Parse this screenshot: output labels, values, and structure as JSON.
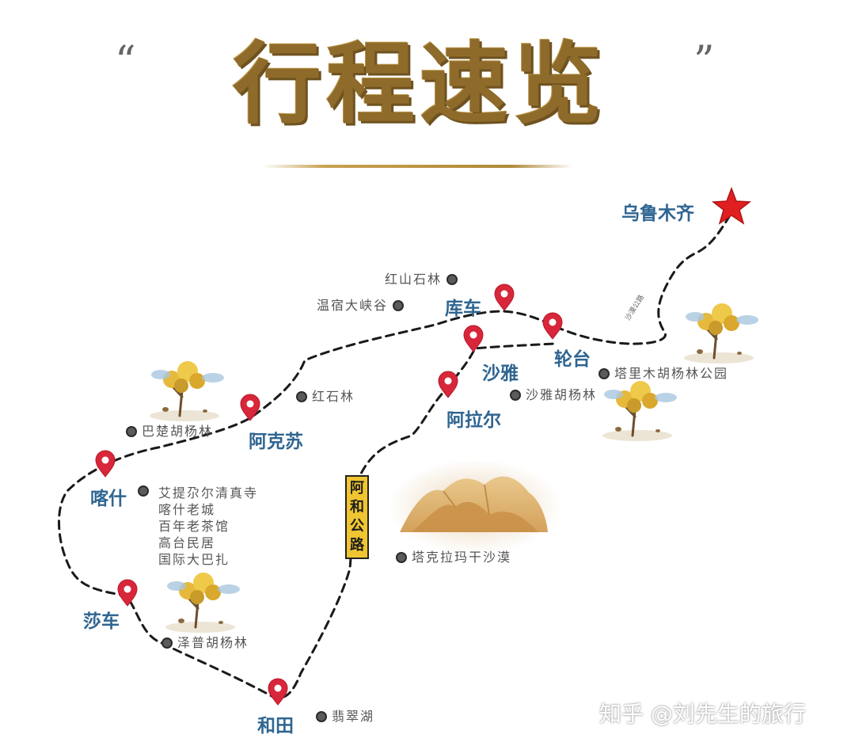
{
  "title": {
    "text": "行程速览",
    "quote_open": "“",
    "quote_close": "”"
  },
  "cities": {
    "urumqi": "乌鲁木齐",
    "kuqa": "库车",
    "luntai": "轮台",
    "shaya": "沙雅",
    "alar": "阿拉尔",
    "aksu": "阿克苏",
    "kashgar": "喀什",
    "shache": "莎车",
    "hotan": "和田"
  },
  "pois": {
    "hongshan_stone_forest": "红山石林",
    "wensu_canyon": "温宿大峡谷",
    "red_stone_forest": "红石林",
    "bachu_populus": "巴楚胡杨林",
    "tarim_populus_park": "塔里木胡杨林公园",
    "shaya_populus": "沙雅胡杨林",
    "kashgar_list": [
      "艾提尕尔清真寺",
      "喀什老城",
      "百年老茶馆",
      "高台民居",
      "国际大巴扎"
    ],
    "zepu_populus": "泽普胡杨林",
    "taklamakan": "塔克拉玛干沙漠",
    "feicui_lake": "翡翠湖"
  },
  "road_sign": [
    "阿",
    "和",
    "公",
    "路"
  ],
  "road_side_label": "沙漠公路",
  "watermark": "知乎 @刘先生的旅行",
  "colors": {
    "title_gold": "#8e6b2a",
    "city_blue": "#2f6591",
    "pin_red": "#d8263a",
    "route": "#1a1a1a",
    "star": "#e02020",
    "road_sign_yellow": "#f0c531"
  },
  "icons": {
    "destination": "star-icon",
    "stop": "map-pin-icon",
    "poi": "dot-icon",
    "tree": "populus-tree-icon",
    "desert": "sand-dune-icon"
  }
}
